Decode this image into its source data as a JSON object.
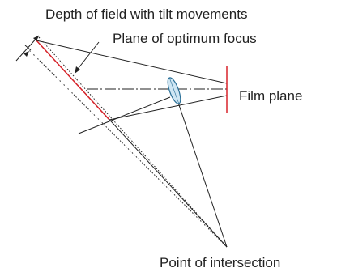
{
  "labels": {
    "depth_of_field": "Depth of field with tilt movements",
    "plane_of_focus": "Plane of optimum focus",
    "film_plane": "Film plane",
    "point_of_intersection": "Point of intersection"
  },
  "colors": {
    "line": "#222222",
    "focus_plane": "#d9232a",
    "film_plane": "#d9232a",
    "lens_fill": "#cfe6f3",
    "lens_stroke": "#2a6f97",
    "background": "#ffffff"
  }
}
